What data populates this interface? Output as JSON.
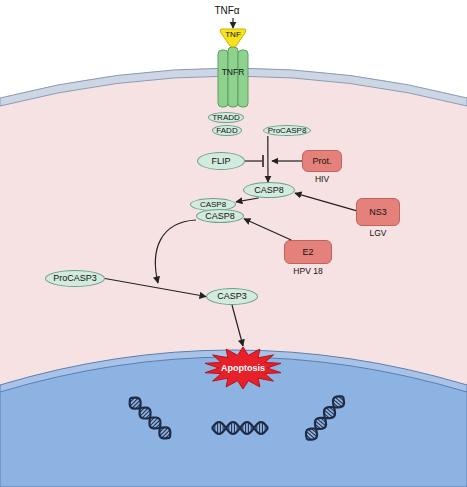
{
  "diagram": {
    "nodes": [
      {
        "text": [
          "TNFα"
        ]
      },
      {
        "text": [
          "TNF"
        ]
      },
      {
        "text": [
          "TNFR"
        ]
      },
      {
        "text": [
          "TRADD"
        ]
      },
      {
        "text": [
          "FADD"
        ]
      },
      {
        "text": [
          "ProCASP8"
        ]
      },
      {
        "text": [
          "FLIP"
        ]
      },
      {
        "text": [
          "Prot.",
          "HIV"
        ]
      },
      {
        "text": [
          "CASP8"
        ]
      },
      {
        "text": [
          "NS3",
          "LGV"
        ]
      },
      {
        "text": [
          "CASP8"
        ]
      },
      {
        "text": [
          "CASP8"
        ]
      },
      {
        "text": [
          "E2",
          "HPV 18"
        ]
      },
      {
        "text": [
          "ProCASP3"
        ]
      },
      {
        "text": [
          "CASP3"
        ]
      },
      {
        "text": [
          "Apoptosis"
        ]
      }
    ],
    "edges": [
      {
        "from": 0,
        "to": 1,
        "arrow": "to"
      },
      {
        "from": 5,
        "to": 8,
        "arrow": "to"
      },
      {
        "from": 9,
        "to": 8,
        "arrow": "to"
      },
      {
        "from": 8,
        "to": 10,
        "arrow": "to"
      },
      {
        "from": 12,
        "to": 11,
        "arrow": "to"
      },
      {
        "from": 13,
        "to": 14,
        "arrow": "to"
      },
      {
        "from": 14,
        "to": 15,
        "arrow": "to"
      }
    ]
  }
}
